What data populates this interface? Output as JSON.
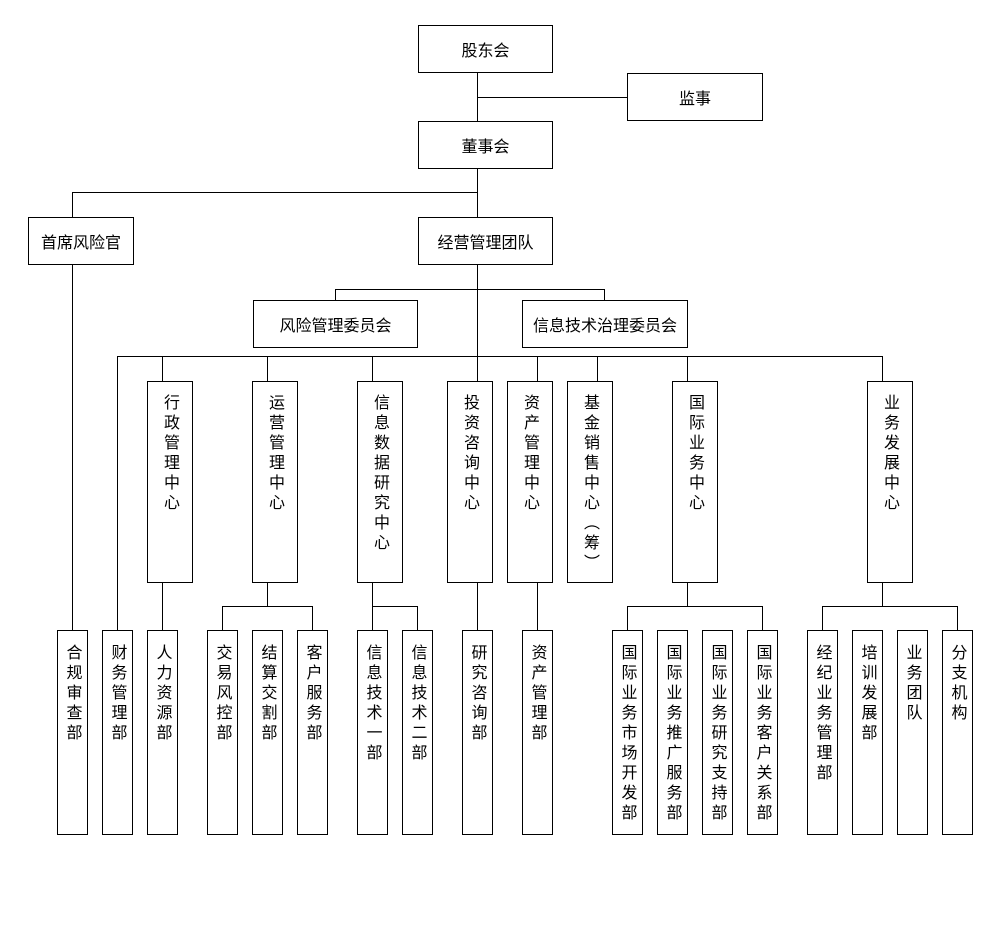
{
  "top": {
    "shareholders": "股东会",
    "supervisor": "监事",
    "board": "董事会",
    "cro": "首席风险官",
    "management": "经营管理团队",
    "risk_committee": "风险管理委员会",
    "it_committee": "信息技术治理委员会"
  },
  "centers": [
    "行政管理中心",
    "运营管理中心",
    "信息数据研究中心",
    "投资咨询中心",
    "资产管理中心",
    "基金销售中心（筹）",
    "国际业务中心",
    "业务发展中心"
  ],
  "departments": [
    "合规审查部",
    "财务管理部",
    "人力资源部",
    "交易风控部",
    "结算交割部",
    "客户服务部",
    "信息技术一部",
    "信息技术二部",
    "研究咨询部",
    "资产管理部",
    "国际业务市场开发部",
    "国际业务推广服务部",
    "国际业务研究支持部",
    "国际业务客户关系部",
    "经纪业务管理部",
    "培训发展部",
    "业务团队",
    "分支机构"
  ]
}
